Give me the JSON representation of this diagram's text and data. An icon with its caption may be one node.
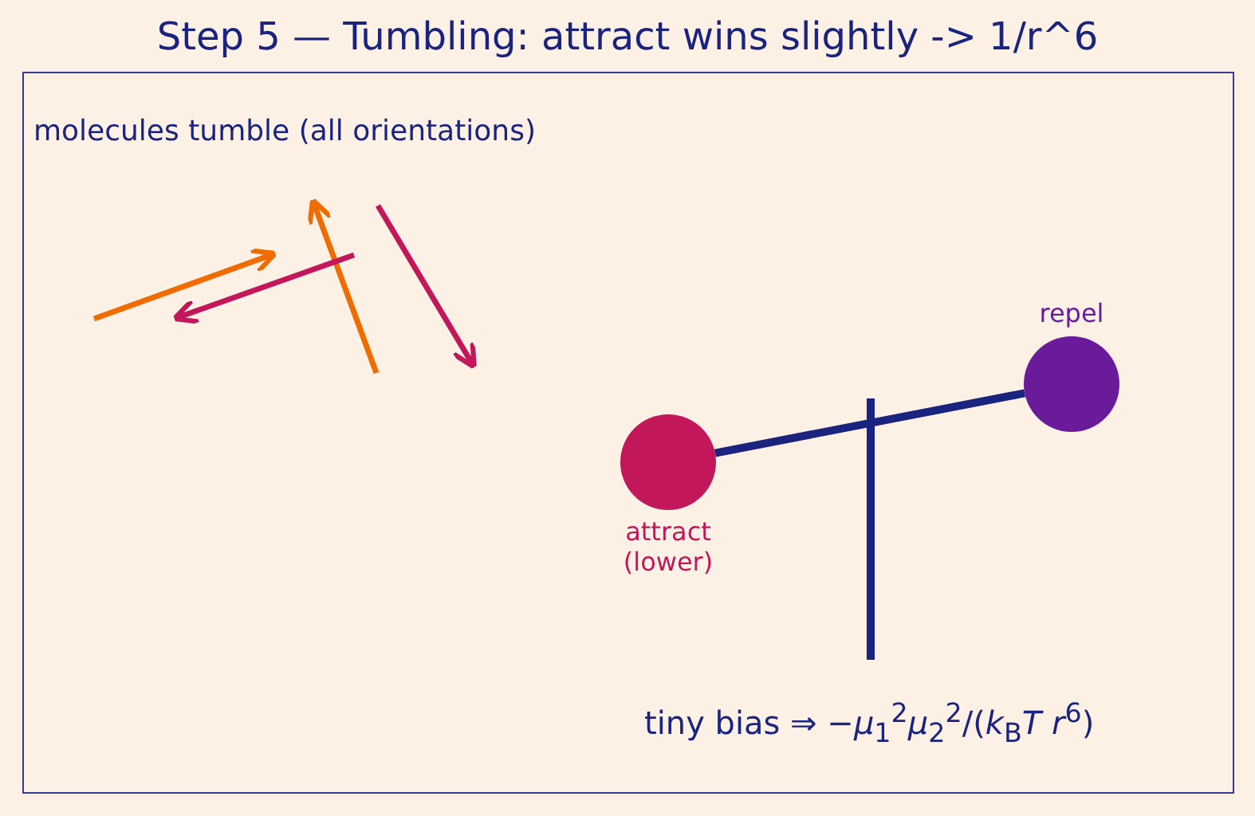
{
  "diagram": {
    "title": "Step 5 — Tumbling: attract wins slightly -> 1/r^6",
    "nodes": [
      {
        "text": [
          "attract (lower)"
        ]
      },
      {
        "text": [
          "repel"
        ]
      }
    ],
    "edges": [
      {
        "from": 0,
        "to": 1,
        "arrow": "none"
      }
    ],
    "labels": [
      "molecules tumble (all orientations)",
      "tiny bias ⇒ −*μ*$_{1}$$^{2}$*μ*$_{2}$$^{2}$/(*k*$_{B}$*T* *r*$^{6}$)"
    ]
  }
}
